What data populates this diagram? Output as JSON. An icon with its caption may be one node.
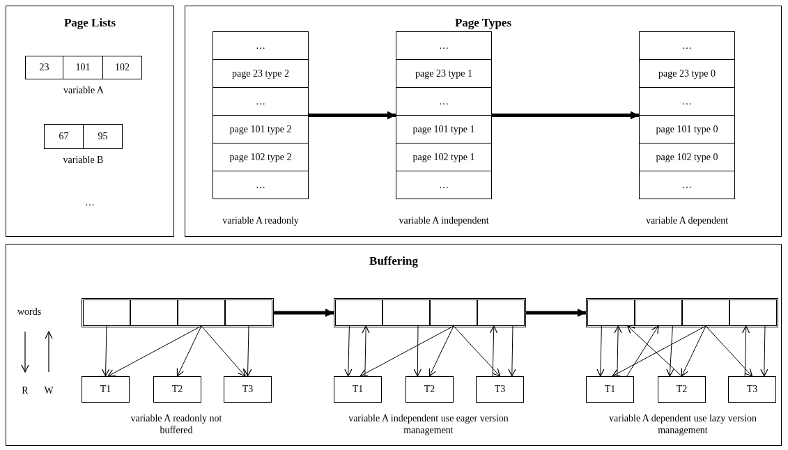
{
  "diagram": {
    "nodes": [
      {
        "text": [
          "Page Lists"
        ]
      },
      {
        "text": [],
        "shape": "box",
        "in": 0,
        "beside": [
          "variable A"
        ]
      },
      {
        "text": [
          "23"
        ],
        "in": 1
      },
      {
        "text": [
          "101"
        ],
        "in": 1
      },
      {
        "text": [
          "102"
        ],
        "in": 1
      },
      {
        "text": [],
        "shape": "box",
        "in": 0,
        "beside": [
          "variable B"
        ]
      },
      {
        "text": [
          "67"
        ],
        "in": 5
      },
      {
        "text": [
          "95"
        ],
        "in": 5
      },
      {
        "text": [
          "Page Types"
        ]
      },
      {
        "text": [],
        "shape": "box",
        "in": 8,
        "beside": [
          "variable A readonly"
        ]
      },
      {
        "text": [
          "…"
        ],
        "in": 9
      },
      {
        "text": [
          "page 23 type 2"
        ],
        "in": 9
      },
      {
        "text": [
          "…"
        ],
        "in": 9
      },
      {
        "text": [
          "page 101 type 2"
        ],
        "in": 9
      },
      {
        "text": [
          "page 102 type 2"
        ],
        "in": 9
      },
      {
        "text": [
          "…"
        ],
        "in": 9
      },
      {
        "text": [],
        "shape": "box",
        "in": 8,
        "beside": [
          "variable A independent"
        ]
      },
      {
        "text": [
          "…"
        ],
        "in": 16
      },
      {
        "text": [
          "page 23 type 1"
        ],
        "in": 16
      },
      {
        "text": [
          "…"
        ],
        "in": 16
      },
      {
        "text": [
          "page 101 type 1"
        ],
        "in": 16
      },
      {
        "text": [
          "page 102 type 1"
        ],
        "in": 16
      },
      {
        "text": [
          "…"
        ],
        "in": 16
      },
      {
        "text": [],
        "shape": "box",
        "in": 8,
        "beside": [
          "variable A dependent"
        ]
      },
      {
        "text": [
          "…"
        ],
        "in": 23
      },
      {
        "text": [
          "page 23 type 0"
        ],
        "in": 23
      },
      {
        "text": [
          "…"
        ],
        "in": 23
      },
      {
        "text": [
          "page 101 type 0"
        ],
        "in": 23
      },
      {
        "text": [
          "page 102 type 0"
        ],
        "in": 23
      },
      {
        "text": [
          "…"
        ],
        "in": 23
      },
      {
        "text": [
          "Buffering"
        ]
      },
      {
        "text": [],
        "shape": "box",
        "in": 30
      },
      {
        "text": [],
        "shape": "box",
        "in": 31
      },
      {
        "text": [],
        "shape": "box",
        "in": 31
      },
      {
        "text": [],
        "shape": "box",
        "in": 31
      },
      {
        "text": [],
        "shape": "box",
        "in": 31
      },
      {
        "text": [
          "T1"
        ],
        "in": 30
      },
      {
        "text": [
          "T2"
        ],
        "in": 30
      },
      {
        "text": [
          "T3"
        ],
        "in": 30
      },
      {
        "text": [],
        "shape": "box",
        "in": 30
      },
      {
        "text": [],
        "shape": "box",
        "in": 39
      },
      {
        "text": [],
        "shape": "box",
        "in": 39
      },
      {
        "text": [],
        "shape": "box",
        "in": 39
      },
      {
        "text": [],
        "shape": "box",
        "in": 39
      },
      {
        "text": [
          "T1"
        ],
        "in": 30
      },
      {
        "text": [
          "T2"
        ],
        "in": 30
      },
      {
        "text": [
          "T3"
        ],
        "in": 30
      },
      {
        "text": [],
        "shape": "box",
        "in": 30
      },
      {
        "text": [],
        "shape": "box",
        "in": 47
      },
      {
        "text": [],
        "shape": "box",
        "in": 47
      },
      {
        "text": [],
        "shape": "box",
        "in": 47
      },
      {
        "text": [],
        "shape": "box",
        "in": 47
      },
      {
        "text": [
          "T1"
        ],
        "in": 30
      },
      {
        "text": [
          "T2"
        ],
        "in": 30
      },
      {
        "text": [
          "T3"
        ],
        "in": 30
      }
    ],
    "edges": [
      {
        "from": 9,
        "to": 16,
        "arrow": "to",
        "style": "thick"
      },
      {
        "from": 16,
        "to": 23,
        "arrow": "to",
        "style": "thick"
      },
      {
        "from": 31,
        "to": 39,
        "arrow": "to",
        "style": "thick"
      },
      {
        "from": 39,
        "to": 47,
        "arrow": "to",
        "style": "thick"
      },
      {
        "from": 32,
        "to": 36,
        "arrow": "to"
      },
      {
        "from": 34,
        "to": 36,
        "arrow": "to"
      },
      {
        "from": 34,
        "to": 37,
        "arrow": "to"
      },
      {
        "from": 34,
        "to": 38,
        "arrow": "to"
      },
      {
        "from": 35,
        "to": 38,
        "arrow": "to"
      },
      {
        "from": 40,
        "to": 44,
        "arrow": "to"
      },
      {
        "from": 44,
        "to": 40,
        "arrow": "to"
      },
      {
        "from": 42,
        "to": 44,
        "arrow": "to"
      },
      {
        "from": 41,
        "to": 45,
        "arrow": "to"
      },
      {
        "from": 42,
        "to": 45,
        "arrow": "to"
      },
      {
        "from": 42,
        "to": 46,
        "arrow": "to"
      },
      {
        "from": 46,
        "to": 43,
        "arrow": "to"
      },
      {
        "from": 43,
        "to": 46,
        "arrow": "to"
      },
      {
        "from": 48,
        "to": 52,
        "arrow": "to"
      },
      {
        "from": 52,
        "to": 48,
        "arrow": "to"
      },
      {
        "from": 53,
        "to": 48,
        "arrow": "to"
      },
      {
        "from": 52,
        "to": 49,
        "arrow": "to"
      },
      {
        "from": 49,
        "to": 53,
        "arrow": "to"
      },
      {
        "from": 50,
        "to": 52,
        "arrow": "to"
      },
      {
        "from": 50,
        "to": 53,
        "arrow": "to"
      },
      {
        "from": 50,
        "to": 54,
        "arrow": "to"
      },
      {
        "from": 54,
        "to": 51,
        "arrow": "to"
      },
      {
        "from": 51,
        "to": 54,
        "arrow": "to"
      }
    ],
    "labels": [
      "…",
      "words",
      "R",
      "W",
      "variable A readonly not buffered",
      "variable A independent use eager version management",
      "variable A dependent use lazy version management"
    ]
  }
}
